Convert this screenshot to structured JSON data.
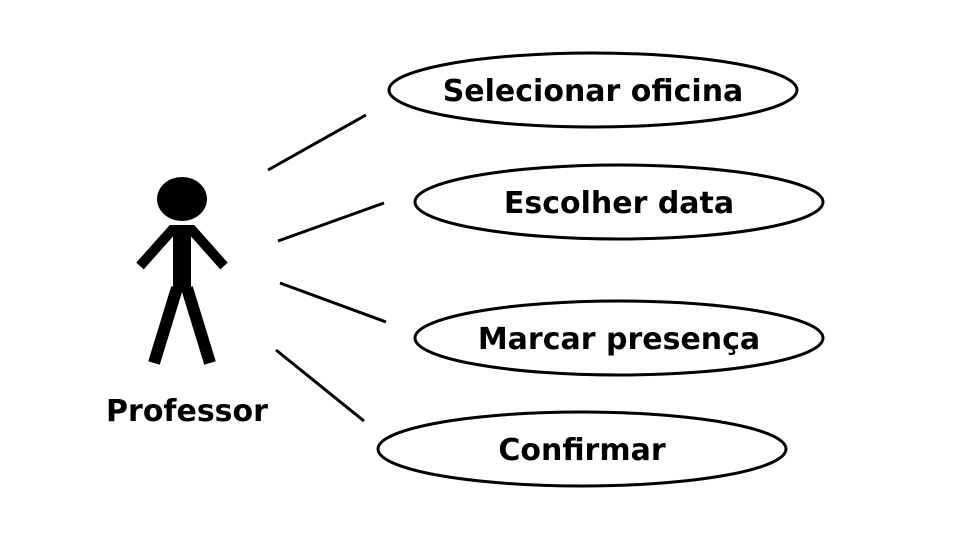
{
  "actor": {
    "name": "Professor",
    "icon": "stick-figure-icon"
  },
  "use_cases": [
    {
      "label": "Selecionar oficina"
    },
    {
      "label": "Escolher data"
    },
    {
      "label": "Marcar presença"
    },
    {
      "label": "Confirmar"
    }
  ],
  "colors": {
    "stroke": "#000000",
    "fill": "#ffffff",
    "text": "#000000"
  }
}
